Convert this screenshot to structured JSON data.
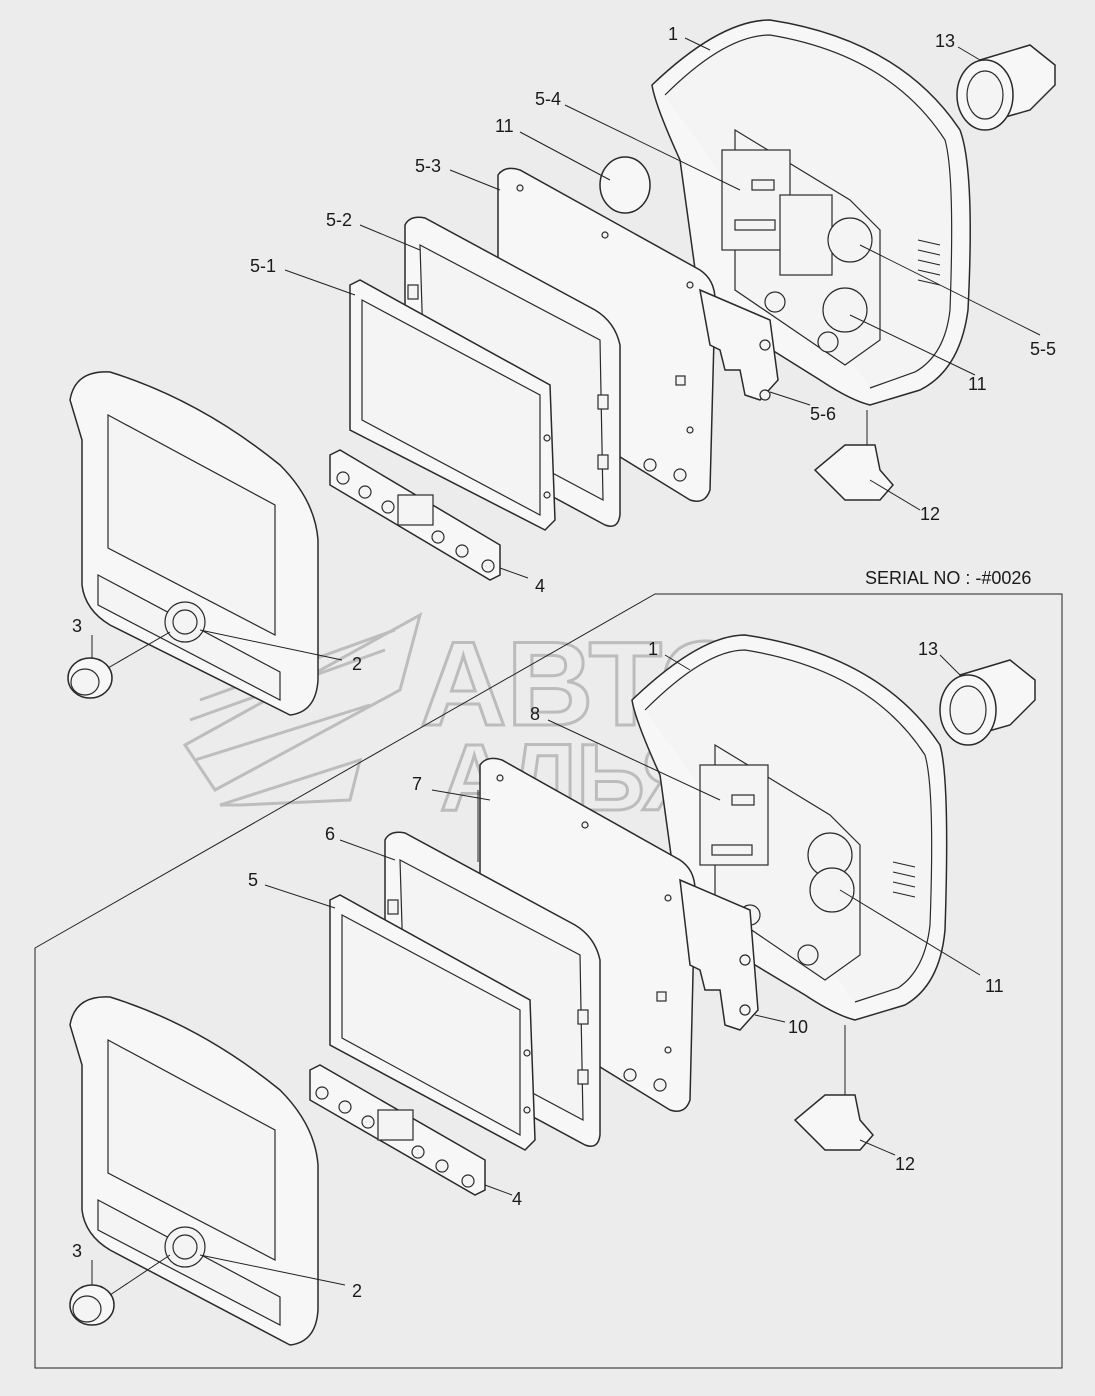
{
  "serial": "SERIAL NO : -#0026",
  "watermark": {
    "line1": "АВТО",
    "line2": "АЛЬЯНС"
  },
  "upper": {
    "labels": {
      "l1": "1",
      "l13": "13",
      "l5_4": "5-4",
      "l11a": "11",
      "l5_3": "5-3",
      "l5_2": "5-2",
      "l5_1": "5-1",
      "l5_5": "5-5",
      "l11b": "11",
      "l5_6": "5-6",
      "l12": "12",
      "l4": "4",
      "l3": "3",
      "l2": "2"
    }
  },
  "lower": {
    "labels": {
      "l1": "1",
      "l13": "13",
      "l8": "8",
      "l7": "7",
      "l6": "6",
      "l5": "5",
      "l11": "11",
      "l10": "10",
      "l12": "12",
      "l4": "4",
      "l3": "3",
      "l2": "2"
    }
  },
  "colors": {
    "background": "#ececec",
    "line": "#2a2a2a",
    "watermark": "#bdbdbd"
  }
}
